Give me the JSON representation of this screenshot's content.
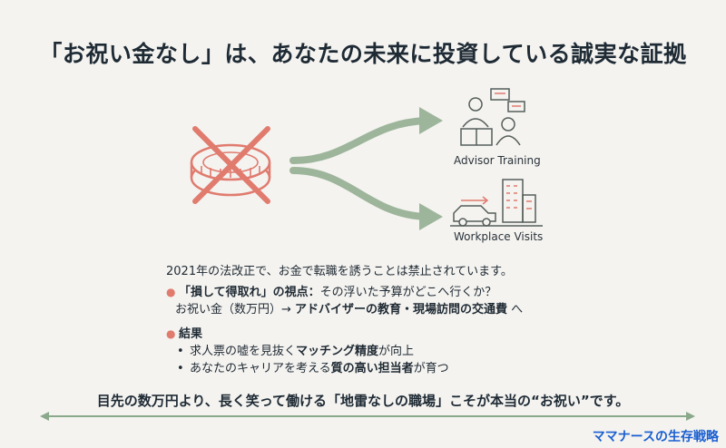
{
  "title": "「お祝い金なし」は、あなたの未来に投資している誠実な証拠",
  "diagram": {
    "top_label": "Advisor Training",
    "bottom_label": "Workplace Visits",
    "icons": [
      "crossed-coin-icon",
      "advisor-training-icon",
      "workplace-visit-icon"
    ]
  },
  "text": {
    "lead": "2021年の法改正で、お金で転職を誘うことは禁止されています。",
    "point1": {
      "bold": "「損して得取れ」の視点：",
      "rest": "その浮いた予算がどこへ行くか？",
      "line2_a": "お祝い金（数万円）→ ",
      "line2_bold": "アドバイザーの教育・現場訪問の交通費",
      "line2_b": " へ"
    },
    "point2": {
      "heading": "結果",
      "sub1_a": "求人票の嘘を見抜く",
      "sub1_bold": "マッチング精度",
      "sub1_b": "が向上",
      "sub2_a": "あなたのキャリアを考える",
      "sub2_bold": "質の高い担当者",
      "sub2_b": "が育つ"
    }
  },
  "footer": "目先の数万円より、長く笑って働ける「地雷なしの職場」こそが本当の“お祝い”です。",
  "brand": "ママナースの生存戦略",
  "colors": {
    "accent": "#e07b6e",
    "arrow": "#9db59a",
    "line": "#8aa98a",
    "brand": "#1a5fd0"
  }
}
